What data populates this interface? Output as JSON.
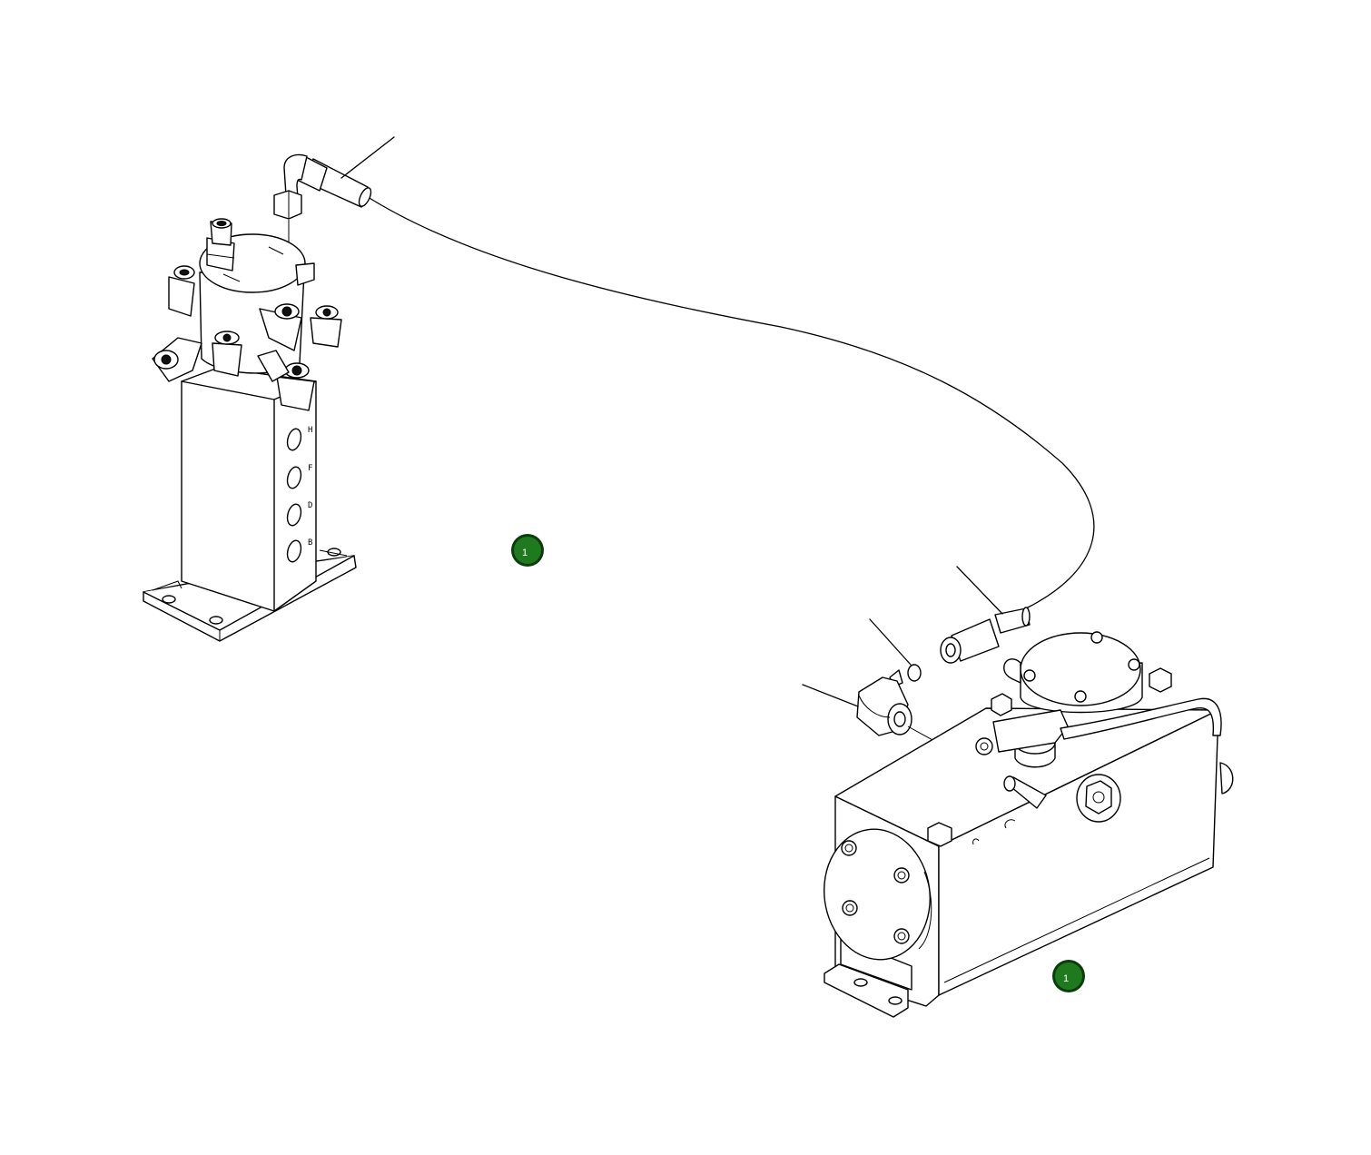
{
  "colors": {
    "background": "#ffffff",
    "line": "#000000",
    "hotspot_fill": "#1f7a1f",
    "hotspot_ring": "#0b3d0b",
    "hotspot_text": "#ffffff"
  },
  "valve_ports": [
    "H",
    "F",
    "D",
    "B"
  ],
  "hotspots": [
    {
      "id": "valve-block-callout",
      "label": "1"
    },
    {
      "id": "tank-callout",
      "label": "1"
    }
  ]
}
